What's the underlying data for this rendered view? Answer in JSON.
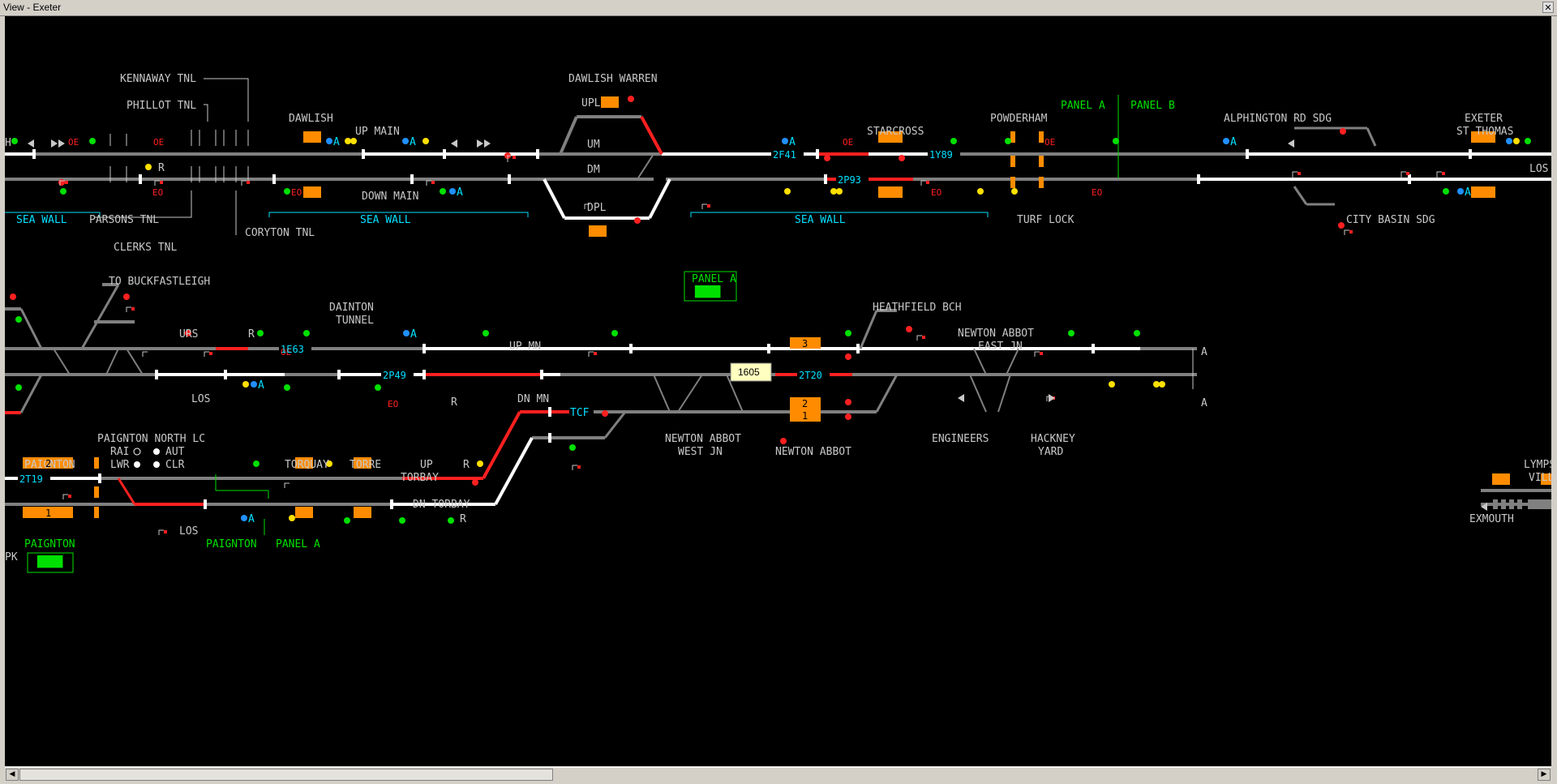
{
  "window": {
    "title": "View - Exeter",
    "close_glyph": "✕"
  },
  "colors": {
    "background": "#000000",
    "track_idle": "#808080",
    "track_set": "#ffffff",
    "track_occupied": "#ff2020",
    "berth": "#ff8c00",
    "headcode": "#00e0ff",
    "green_label": "#00e000",
    "label": "#c8c8c8"
  },
  "top": {
    "left_edge": "H",
    "tunnels": {
      "kennaway": "KENNAWAY TNL",
      "phillot": "PHILLOT TNL",
      "parsons": "PARSONS TNL",
      "clerks": "CLERKS TNL",
      "coryton": "CORYTON TNL"
    },
    "dawlish": "DAWLISH",
    "up_main": "UP MAIN",
    "down_main": "DOWN MAIN",
    "sea_wall": "SEA WALL",
    "dawlish_warren": "DAWLISH WARREN",
    "upl": "UPL",
    "um": "UM",
    "dm": "DM",
    "dpl": "DPL",
    "starcross": "STARCROSS",
    "powderham": "POWDERHAM",
    "turf_lock": "TURF LOCK",
    "panel_a": "PANEL A",
    "panel_b": "PANEL B",
    "alphington": "ALPHINGTON RD SDG",
    "city_basin": "CITY BASIN SDG",
    "exeter_1": "EXETER",
    "exeter_2": "ST THOMAS",
    "right_edge": "LOS",
    "headcodes": {
      "h1": "2F41",
      "h2": "1Y89",
      "h3": "2P93"
    }
  },
  "panel_a_center": {
    "label": "PANEL A",
    "glyph": "████"
  },
  "middle": {
    "to_buckfastleigh": "TO BUCKFASTLEIGH",
    "urs": "URS",
    "dainton_1": "DAINTON",
    "dainton_2": "TUNNEL",
    "up_mn": "UP MN",
    "dn_mn": "DN MN",
    "los": "LOS",
    "heathfield": "HEATHFIELD BCH",
    "newton_east_1": "NEWTON ABBOT",
    "newton_east_2": "EAST JN",
    "newton_west_1": "NEWTON ABBOT",
    "newton_west_2": "WEST JN",
    "newton_abbot": "NEWTON ABBOT",
    "engineers": "ENGINEERS",
    "hackney_1": "HACKNEY",
    "hackney_2": "YARD",
    "tcf": "TCF",
    "tooltip": "1605",
    "berths": {
      "b1": "3",
      "b2": "2",
      "b3": "1"
    },
    "headcodes": {
      "h1": "1E63",
      "h2": "2P49",
      "h3": "2T20"
    },
    "end_marker": "A"
  },
  "bottom": {
    "paignton_north_lc": "PAIGNTON NORTH LC",
    "rai": "RAI",
    "aut": "AUT",
    "lwr": "LWR",
    "clr": "CLR",
    "paignton": "PAIGNTON",
    "paignton_panel": "PAIGNTON",
    "panel_a": "PANEL A",
    "torquay": "TORQUAY",
    "torre": "TORRE",
    "up_torbay_1": "UP",
    "up_torbay_2": "TORBAY",
    "dn_torbay": "DN TORBAY",
    "los": "LOS",
    "pk": "PK",
    "berths": {
      "b1": "2",
      "b2": "1"
    },
    "headcode": "2T19",
    "lympstone_1": "LYMPS",
    "lympstone_2": "VILL",
    "exmouth": "EXMOUTH",
    "glyph": "████"
  },
  "signal_codes": {
    "oe": "OE",
    "eo": "EO",
    "a": "A",
    "r": "R"
  },
  "scroll": {
    "left": "◀",
    "right": "▶"
  }
}
